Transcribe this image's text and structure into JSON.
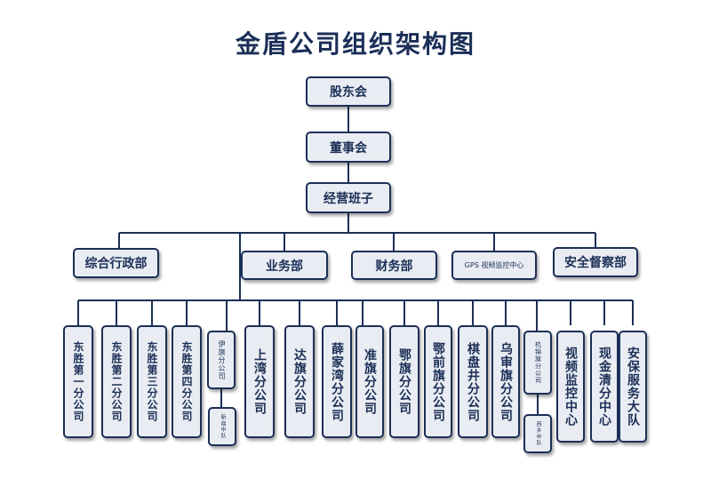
{
  "title": "金盾公司组织架构图",
  "colors": {
    "accent": "#1b2f57",
    "box_fill": "#e9ecf2"
  },
  "nodes": {
    "shareholders": "股东会",
    "board": "董事会",
    "management": "经营班子",
    "admin": "综合行政部",
    "business": "业务部",
    "finance": "财务部",
    "gps": "GPS 视频监控中心",
    "security": "安全督察部",
    "b1": "东胜第一分公司",
    "b2": "东胜第二分公司",
    "b3": "东胜第三分公司",
    "b4": "东胜第四分公司",
    "b5": "伊旗分公司",
    "b5a": "新庙中队",
    "b6": "上湾分公司",
    "b7": "达旗分公司",
    "b8": "薛家湾分公司",
    "b9": "准旗分公司",
    "b10": "鄂旗分公司",
    "b11": "鄂前旗分公司",
    "b12": "棋盘井分公司",
    "b13": "乌审旗分公司",
    "b14": "杭锦旗分公司",
    "b14a": "西乡中队",
    "b15": "视频监控中心",
    "b16": "现金清分中心",
    "b17": "安保服务大队"
  }
}
